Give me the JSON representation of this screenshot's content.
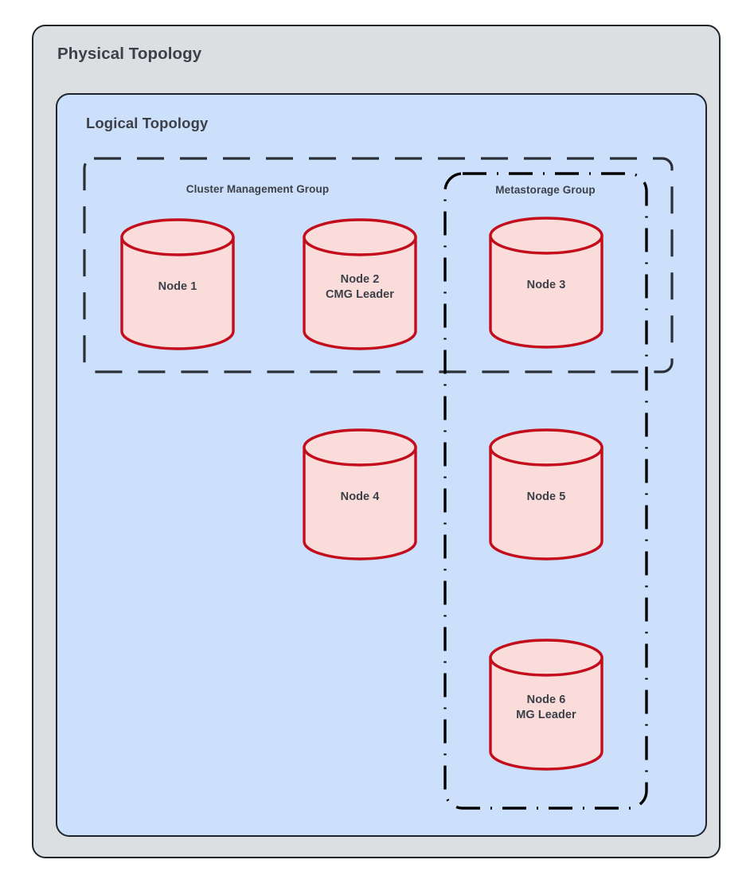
{
  "physical": {
    "title": "Physical Topology",
    "fill": "#dcdfe2",
    "stroke": "#20242c"
  },
  "logical": {
    "title": "Logical Topology",
    "fill": "#cce0fb",
    "stroke": "#20242c"
  },
  "groups": [
    {
      "id": "cluster-management-group",
      "label": "Cluster Management Group",
      "border_style": "dashed",
      "stroke": "#2b3038"
    },
    {
      "id": "metastorage-group",
      "label": "Metastorage Group",
      "border_style": "dash-dot",
      "stroke": "#000000"
    }
  ],
  "nodes": [
    {
      "id": "node-1",
      "line1": "Node 1",
      "line2": ""
    },
    {
      "id": "node-2",
      "line1": "Node 2",
      "line2": "CMG Leader"
    },
    {
      "id": "node-3",
      "line1": "Node 3",
      "line2": ""
    },
    {
      "id": "node-4",
      "line1": "Node 4",
      "line2": ""
    },
    {
      "id": "node-5",
      "line1": "Node 5",
      "line2": ""
    },
    {
      "id": "node-6",
      "line1": "Node 6",
      "line2": "MG Leader"
    }
  ],
  "style": {
    "node_fill": "#fadcda",
    "node_stroke": "#c40d1c",
    "text_color": "#3c4049"
  }
}
